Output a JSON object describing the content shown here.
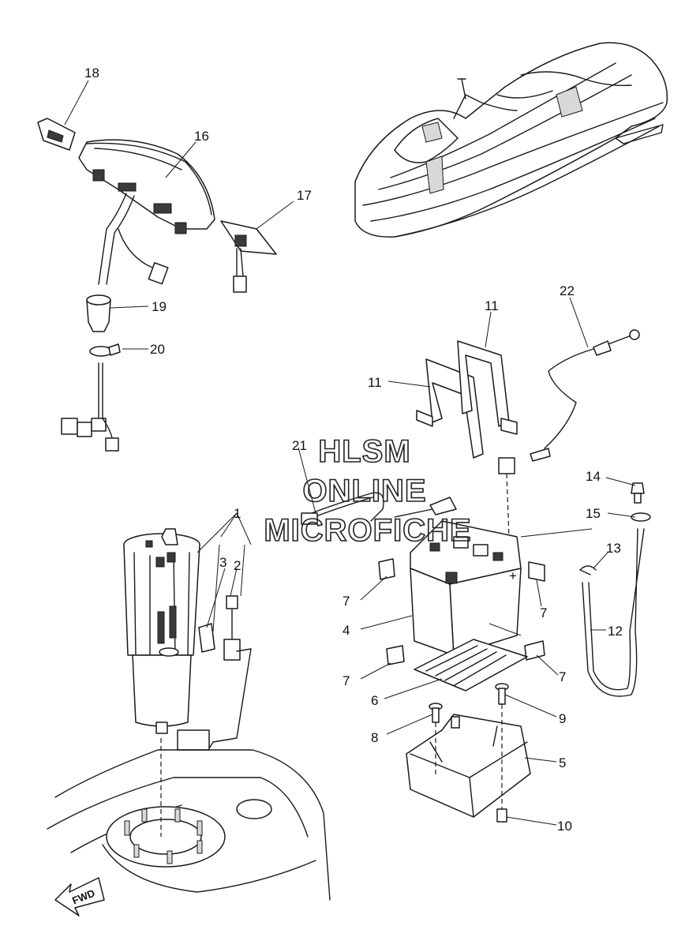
{
  "callouts": [
    "1",
    "2",
    "3",
    "4",
    "5",
    "6",
    "7",
    "8",
    "9",
    "10",
    "11",
    "12",
    "13",
    "14",
    "15",
    "16",
    "17",
    "18",
    "19",
    "20",
    "21",
    "22"
  ],
  "watermark": {
    "line1": "HLSM",
    "line2": "ONLINE",
    "line3": "MICROFICHE"
  },
  "fwd_label": "FWD",
  "colors": {
    "ink": "#1a1a1a",
    "paper": "#ffffff"
  }
}
